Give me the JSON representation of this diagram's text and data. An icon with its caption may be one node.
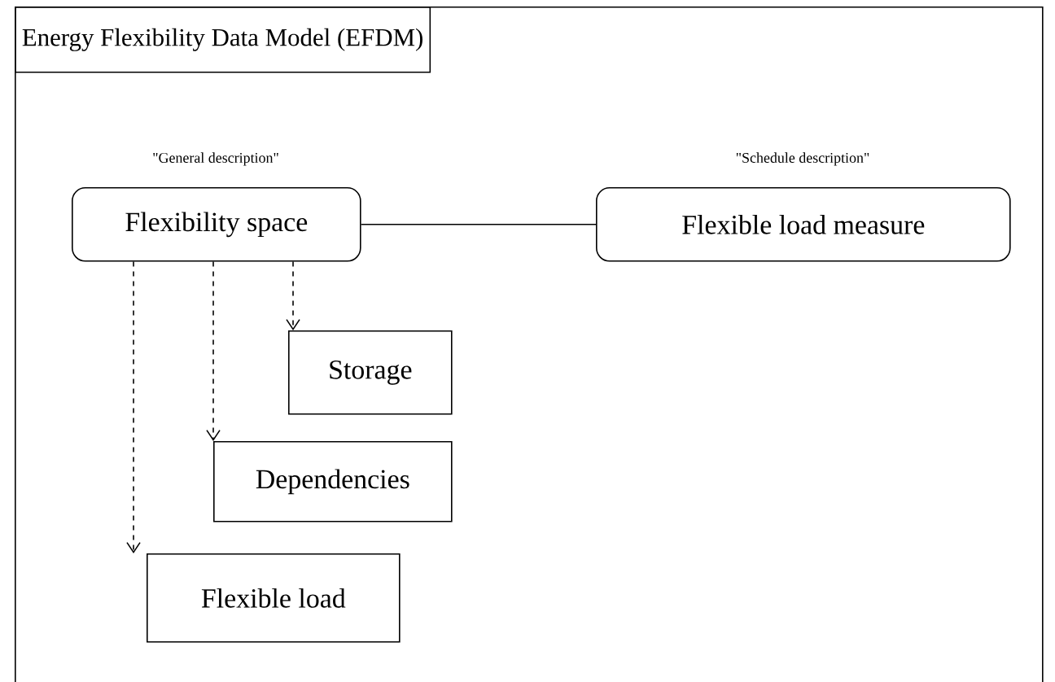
{
  "diagram": {
    "nodes": [
      {
        "text": [],
        "shape": "box"
      },
      {
        "text": [
          "Energy Flexibility Data Model (EFDM)"
        ],
        "in": 0
      },
      {
        "text": [
          "Flexibility space"
        ],
        "in": 0,
        "beside": [
          "\"General description\""
        ]
      },
      {
        "text": [
          "Flexible load measure"
        ],
        "in": 0,
        "beside": [
          "\"Schedule description\""
        ]
      },
      {
        "text": [
          "Storage"
        ],
        "in": 0
      },
      {
        "text": [
          "Dependencies"
        ],
        "in": 0
      },
      {
        "text": [
          "Flexible load"
        ],
        "in": 0
      }
    ],
    "edges": [
      {
        "from": 2,
        "to": 3,
        "arrow": "none"
      },
      {
        "from": 2,
        "to": 4,
        "arrow": "to",
        "style": "dashed"
      },
      {
        "from": 2,
        "to": 5,
        "arrow": "to",
        "style": "dashed"
      },
      {
        "from": 2,
        "to": 6,
        "arrow": "to",
        "style": "dashed"
      }
    ]
  }
}
